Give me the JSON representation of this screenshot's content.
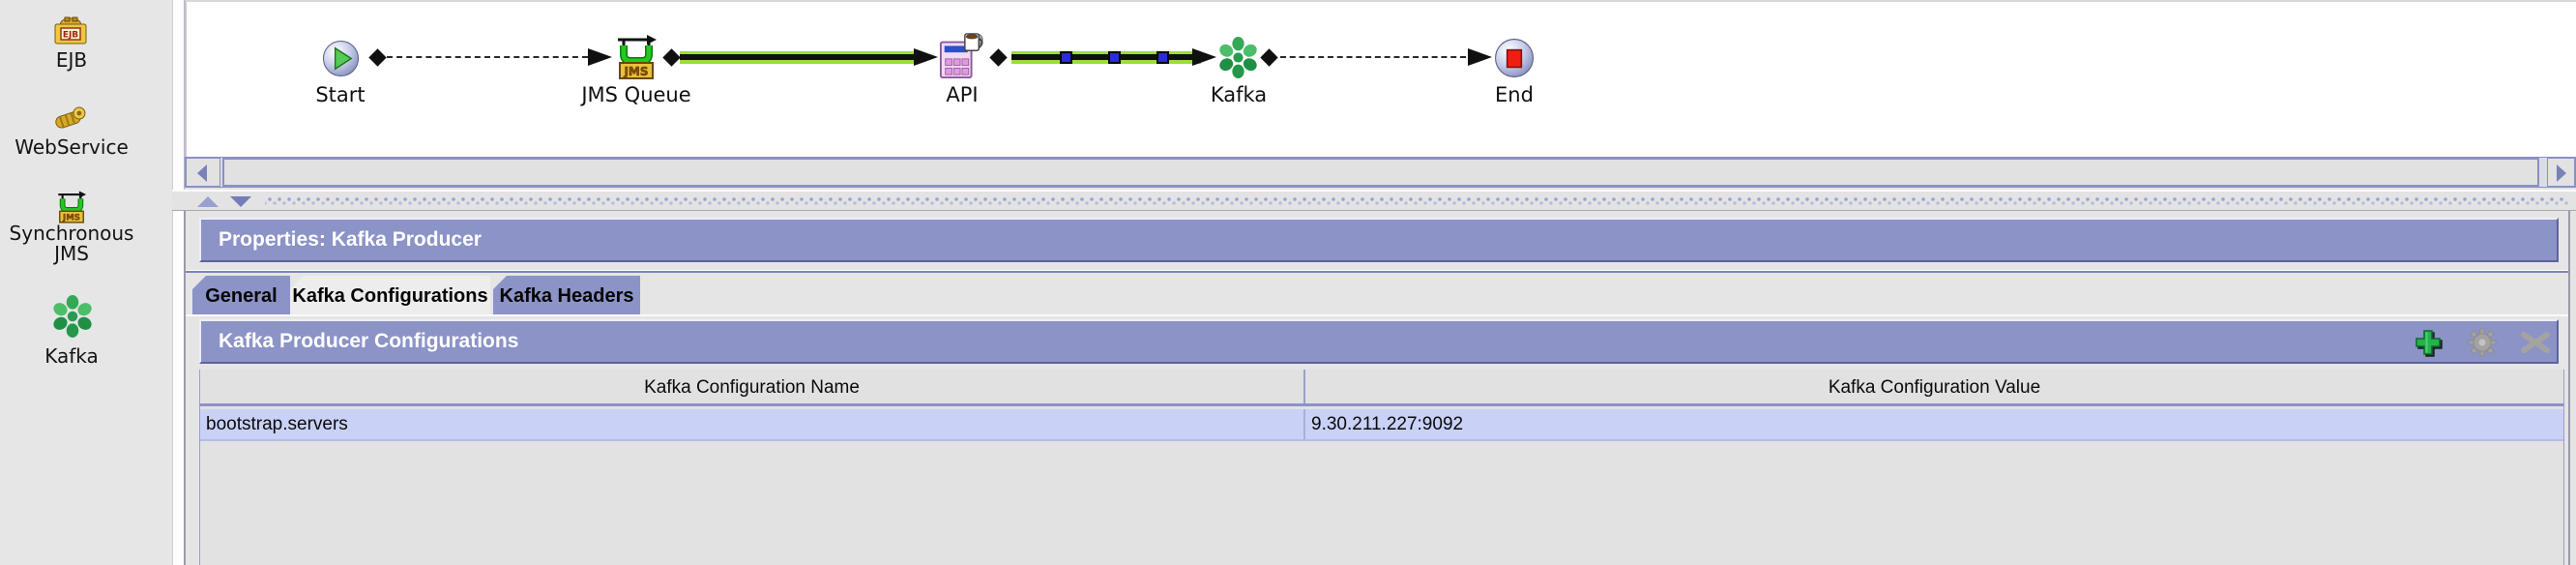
{
  "colors": {
    "accent_purple": "#8b93c7",
    "row_highlight": "#c9d1f7",
    "table_header_gray": "#e1e1e1",
    "flow_line_green": "#9ade3a",
    "flow_marker_blue": "#2a2ae0",
    "add_button_green": "#25b14b",
    "disabled_icon_gray": "#a3a3a3",
    "start_triangle_green": "#55cb55",
    "end_square_red": "#f21d12"
  },
  "palette": {
    "items": [
      {
        "label": "EJB",
        "icon": "ejb-icon"
      },
      {
        "label": "WebService",
        "icon": "webservice-icon"
      },
      {
        "label": "Synchronous JMS",
        "icon": "synchronous-jms-icon"
      },
      {
        "label": "Kafka",
        "icon": "kafka-icon"
      }
    ]
  },
  "canvas": {
    "nodes": [
      {
        "label": "Start",
        "icon": "start-node-icon"
      },
      {
        "label": "JMS Queue",
        "icon": "jms-queue-node-icon"
      },
      {
        "label": "API",
        "icon": "api-node-icon"
      },
      {
        "label": "Kafka",
        "icon": "kafka-node-icon"
      },
      {
        "label": "End",
        "icon": "end-node-icon"
      }
    ]
  },
  "icon_glyphs": {
    "ejb_text": "EJB",
    "jms_text": "JMS"
  },
  "properties": {
    "title": "Properties: Kafka Producer",
    "tabs": [
      {
        "label": "General",
        "active": false
      },
      {
        "label": "Kafka Configurations",
        "active": true
      },
      {
        "label": "Kafka Headers",
        "active": false
      }
    ],
    "section": {
      "title": "Kafka Producer Configurations"
    },
    "table": {
      "columns": [
        "Kafka Configuration Name",
        "Kafka Configuration Value"
      ],
      "rows": [
        {
          "name": "bootstrap.servers",
          "value": "9.30.211.227:9092"
        }
      ]
    }
  }
}
